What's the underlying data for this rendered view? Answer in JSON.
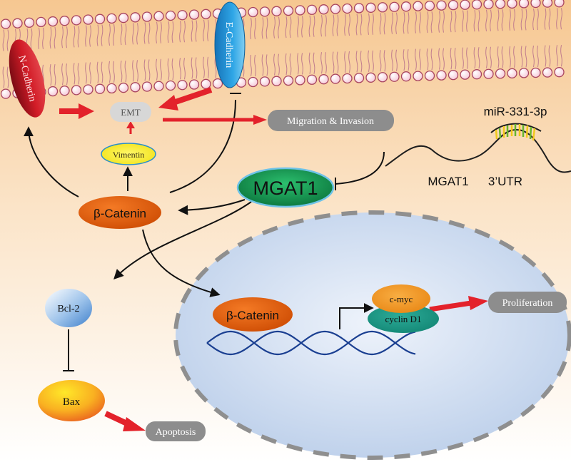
{
  "membrane": {
    "n_cadherin": "N-Cadherin",
    "e_cadherin": "E-Cadherin"
  },
  "nodes": {
    "emt": "EMT",
    "migration_invasion": "Migration & Invasion",
    "vimentin": "Vimentin",
    "mgat1": "MGAT1",
    "beta_catenin_cyto": "β-Catenin",
    "bcl2": "Bcl-2",
    "bax": "Bax",
    "apoptosis": "Apoptosis",
    "beta_catenin_nuc": "β-Catenin",
    "cmyc": "c-myc",
    "cyclin_d1": "cyclin D1",
    "proliferation": "Proliferation"
  },
  "mirna": {
    "name": "miR-331-3p",
    "target_left": "MGAT1",
    "target_right": "3’UTR"
  },
  "colors": {
    "membrane_head": "#fbe3ec",
    "membrane_head_stroke": "#a8455f",
    "cytoplasm_top": "#f7cf9e",
    "nucleus_fill": "#c9d8ee",
    "red_arrow": "#e3222b",
    "mgat1_green": "#17a05a",
    "catenin_orange": "#e0620f",
    "ecad_blue": "#2a9de0",
    "ncad_red": "#c01722",
    "gray_box": "#8d8d8d",
    "dna_blue": "#1a3f91"
  }
}
